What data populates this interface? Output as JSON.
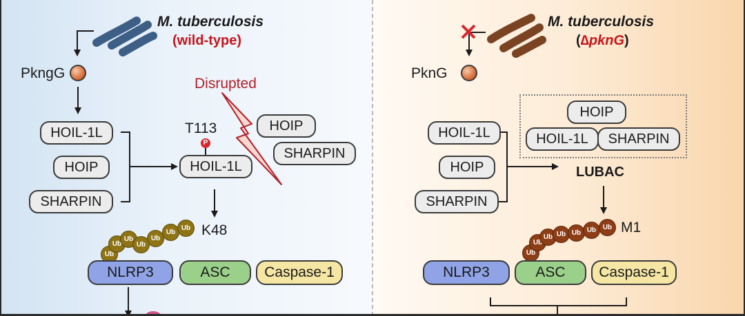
{
  "left": {
    "title": "M. tuberculosis",
    "subtitle": "(wild-type)",
    "pkng_label": "PkngG",
    "disrupted_label": "Disrupted",
    "t113_label": "T113",
    "phospho_label": "P",
    "hoil_label": "HOIL-1L",
    "hoip_label": "HOIP",
    "sharpin_label": "SHARPIN",
    "hoil_target_label": "HOIL-1L",
    "hoip_free_label": "HOIP",
    "sharpin_free_label": "SHARPIN",
    "chain_label": "K48",
    "ub_label": "Ub",
    "nlrp3_label": "NLRP3",
    "asc_label": "ASC",
    "casp_label": "Caspase-1"
  },
  "right": {
    "title": "M. tuberculosis",
    "subtitle_open": "(",
    "subtitle_delta": "∆",
    "subtitle_gene": "pknG",
    "subtitle_close": ")",
    "pkng_label": "PknG",
    "hoip_complex_label": "HOIP",
    "hoil_complex_label": "HOIL-1L",
    "sharpin_complex_label": "SHARPIN",
    "lubac_label": "LUBAC",
    "hoil_label": "HOIL-1L",
    "hoip_label": "HOIP",
    "sharpin_label": "SHARPIN",
    "chain_label": "M1",
    "ub_label": "Ub",
    "nlrp3_label": "NLRP3",
    "asc_label": "ASC",
    "casp_label": "Caspase-1"
  },
  "colors": {
    "wild_type_red": "#c4161c",
    "bacterium_wild_type": "#3d5f86",
    "bacterium_mutant": "#7a4423",
    "ubiquitin_k48": "#8f7415",
    "ubiquitin_m1": "#8e3e16",
    "nlrp3": "#8fa3e6",
    "asc": "#9bd08a",
    "caspase1": "#f5e6a4",
    "inhibition_cross": "#d9262e",
    "disrupted_bolt": "#b0202a"
  }
}
